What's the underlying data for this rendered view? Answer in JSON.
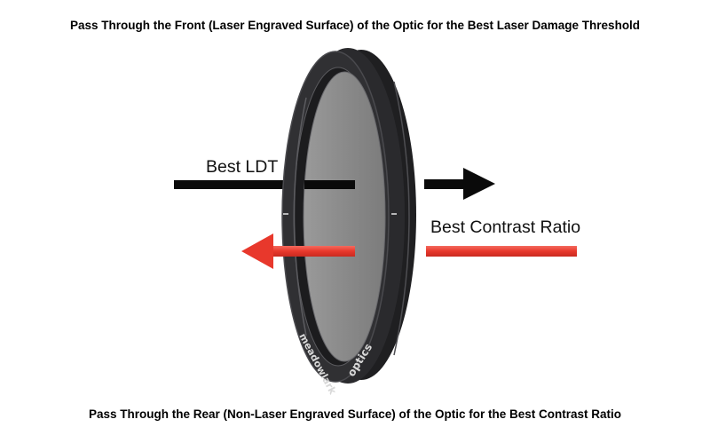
{
  "captions": {
    "top": "Pass Through the Front (Laser Engraved Surface) of the Optic for the Best Laser Damage Threshold",
    "bottom": "Pass Through the Rear (Non-Laser Engraved Surface) of the Optic for the Best Contrast Ratio"
  },
  "labels": {
    "best_ldt": "Best LDT",
    "best_contrast": "Best Contrast Ratio"
  },
  "engraving": {
    "brand": "meadowlark",
    "word": "optics"
  },
  "colors": {
    "black_arrow": "#0a0a0a",
    "red_arrow": "#e8382c",
    "mount": "#262628",
    "mount_edge": "#3d3d40",
    "glass": "#8c8c8c"
  }
}
